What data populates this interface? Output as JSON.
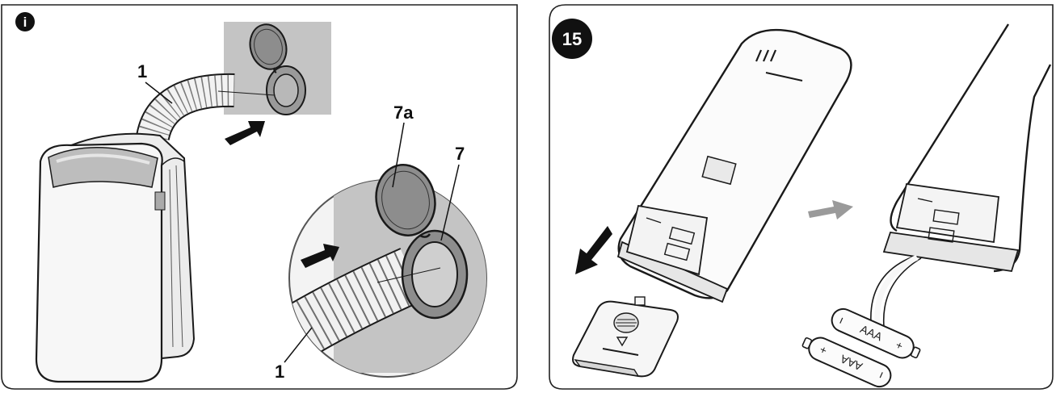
{
  "panel_left": {
    "badge": "i",
    "labels": {
      "hose_top": "1",
      "cap": "7a",
      "ring": "7",
      "hose_bottom": "1"
    }
  },
  "panel_right": {
    "badge": "15",
    "batteries": [
      "AAA",
      "AAA"
    ]
  },
  "colors": {
    "stroke": "#1a1a1a",
    "wall": "#c4c4c4",
    "cap_fill": "#8d8d8d",
    "badge_fill": "#111111"
  }
}
